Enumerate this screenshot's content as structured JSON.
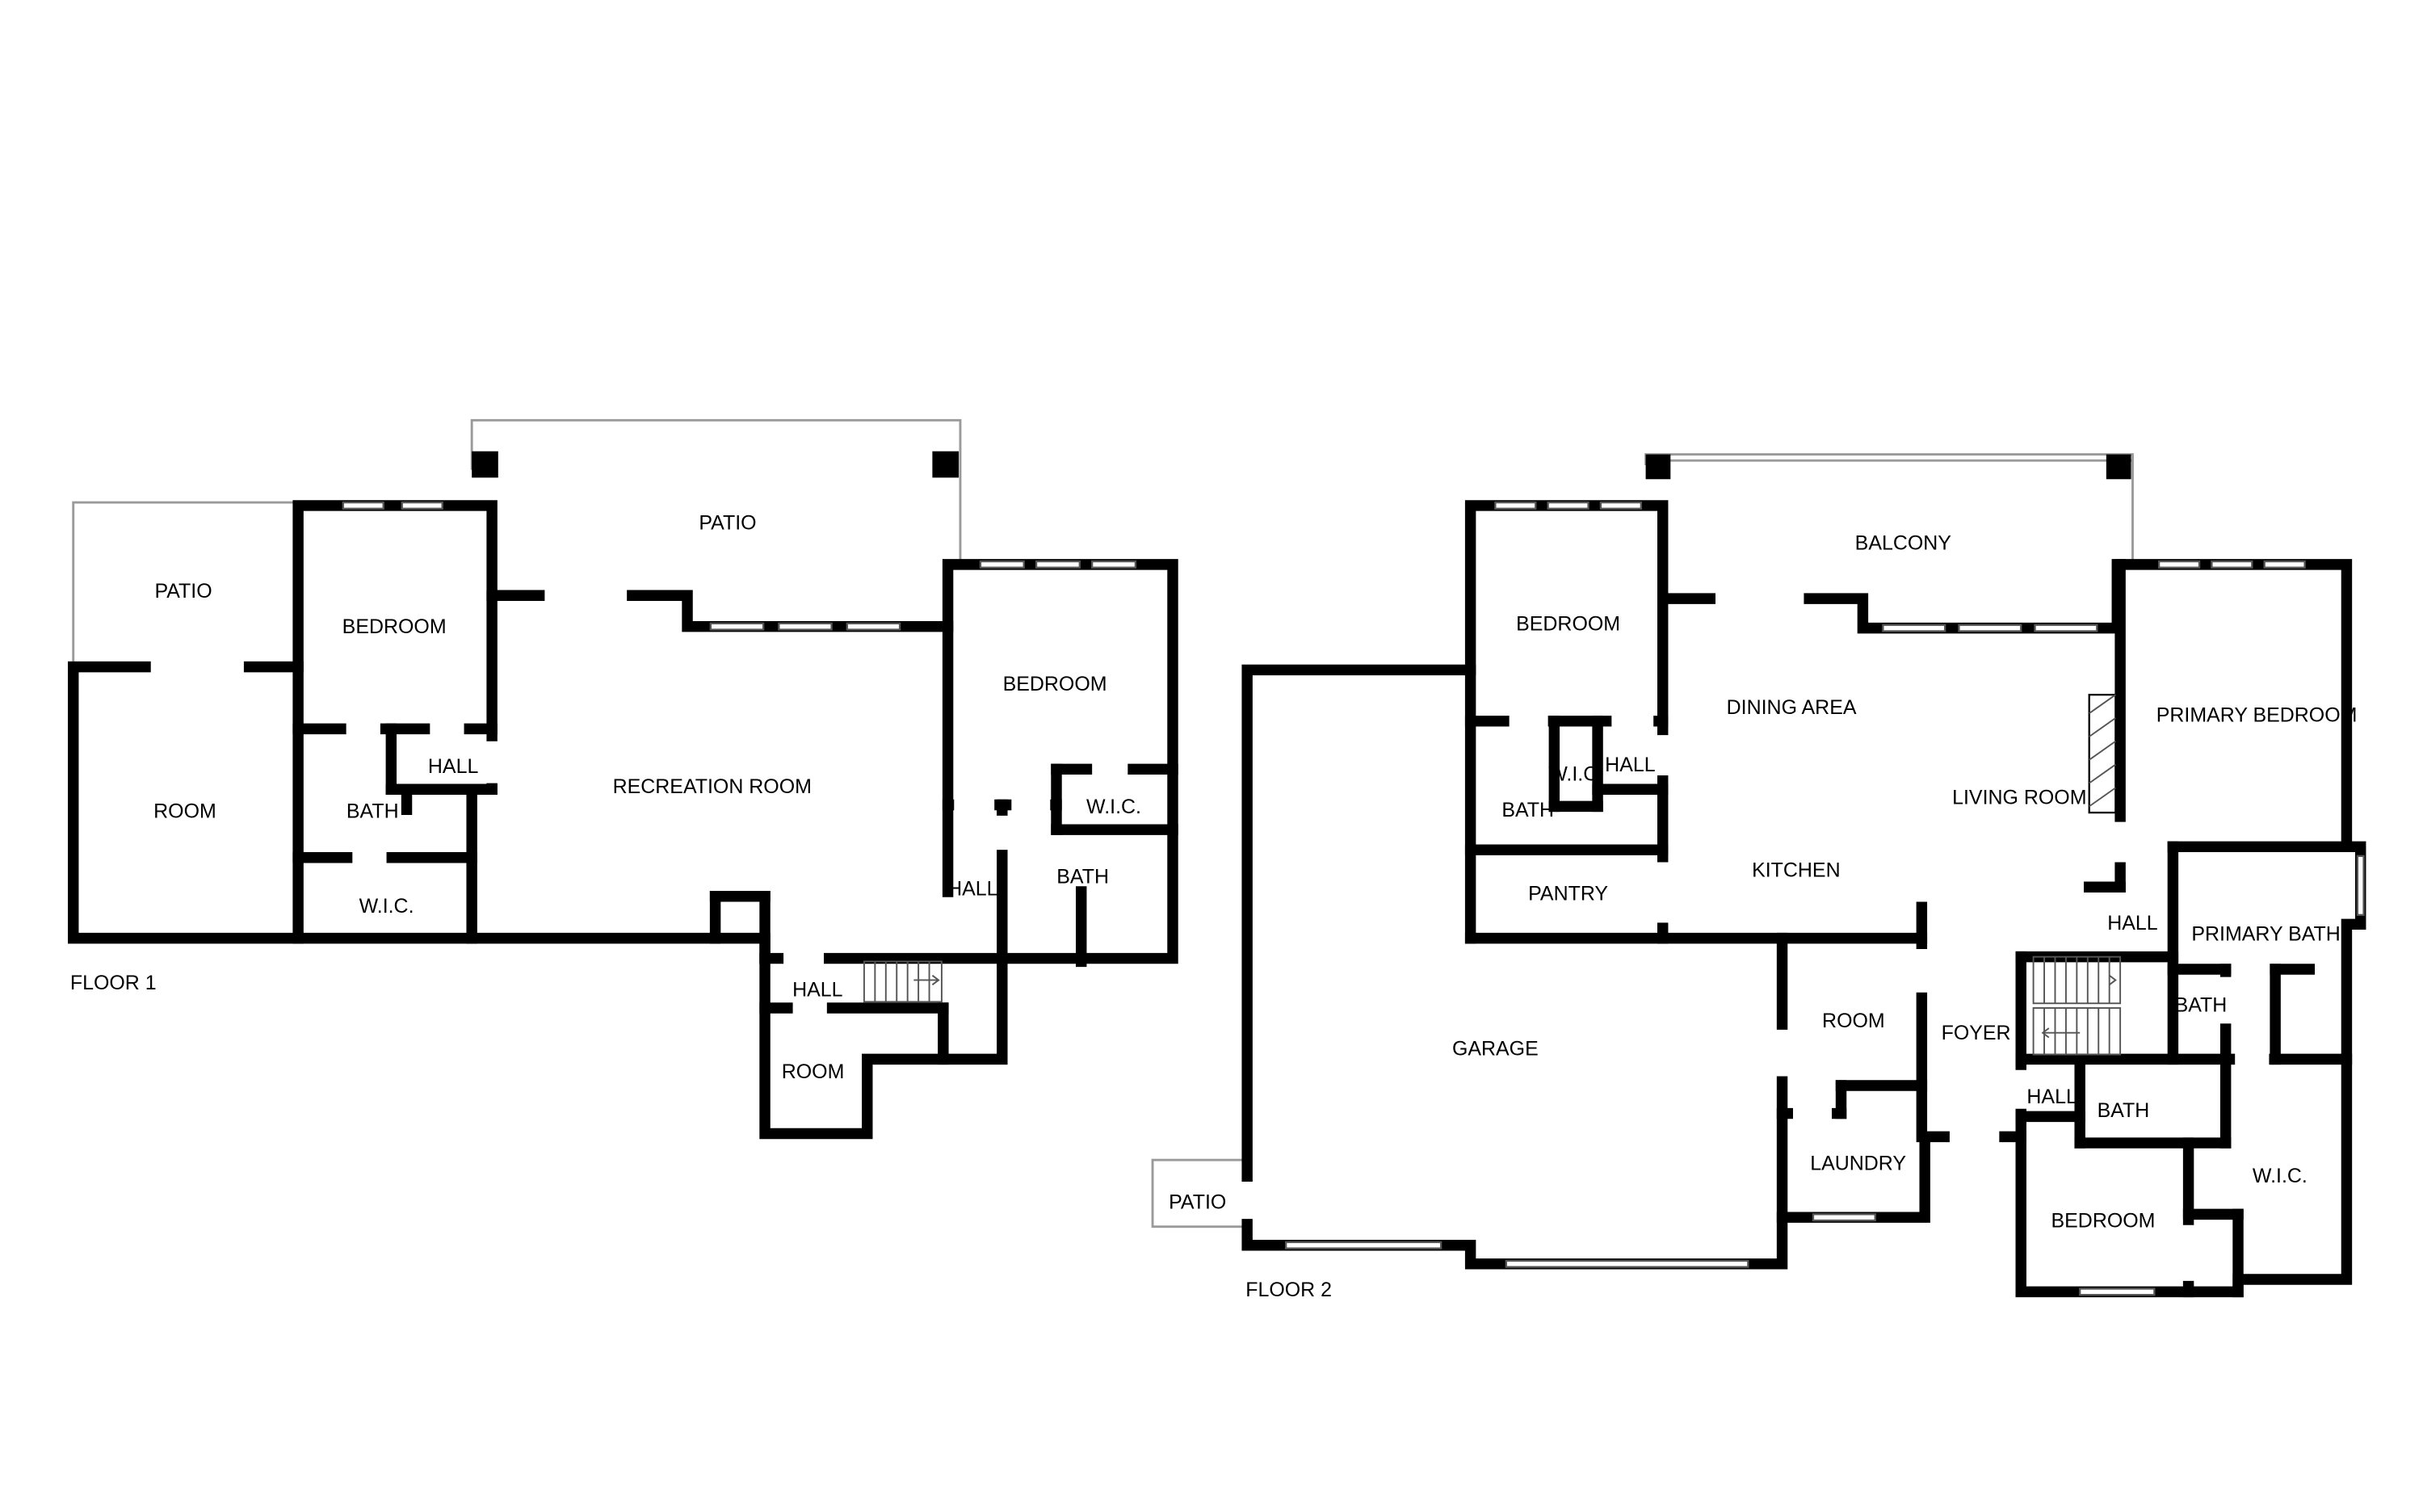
{
  "floor1": {
    "title": "FLOOR 1",
    "rooms": {
      "patio_left": "PATIO",
      "patio_top": "PATIO",
      "bedroom_left": "BEDROOM",
      "room": "ROOM",
      "bath_left": "BATH",
      "hall_small": "HALL",
      "wic_left": "W.I.C.",
      "recreation": "RECREATION ROOM",
      "bedroom_right": "BEDROOM",
      "wic_right": "W.I.C.",
      "hall_right": "HALL",
      "bath_right": "BATH",
      "hall_bottom": "HALL",
      "room_bottom": "ROOM"
    }
  },
  "floor2": {
    "title": "FLOOR 2",
    "rooms": {
      "balcony": "BALCONY",
      "bedroom_left": "BEDROOM",
      "bath_left": "BATH",
      "wic_left": "W.I.C.",
      "hall_left": "HALL",
      "pantry": "PANTRY",
      "dining": "DINING AREA",
      "kitchen": "KITCHEN",
      "living": "LIVING ROOM",
      "primary_bedroom": "PRIMARY BEDROOM",
      "hall_right": "HALL",
      "primary_bath": "PRIMARY BATH",
      "bath_small": "BATH",
      "garage": "GARAGE",
      "room": "ROOM",
      "foyer": "FOYER",
      "laundry": "LAUNDRY",
      "hall_bottom": "HALL",
      "bath_bottom": "BATH",
      "wic_right": "W.I.C.",
      "bedroom_bottom": "BEDROOM",
      "patio": "PATIO"
    }
  }
}
